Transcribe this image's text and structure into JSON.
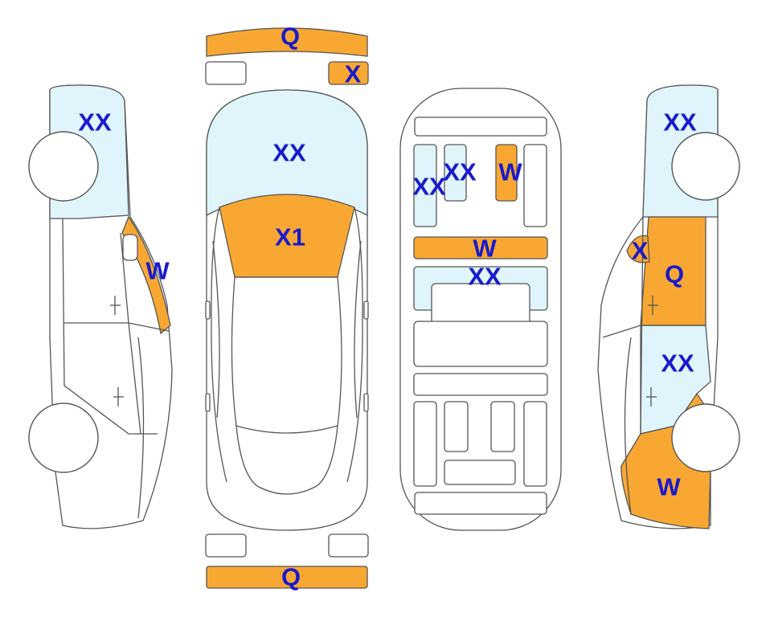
{
  "colors": {
    "damage_fill": "#f8a832",
    "glass_fill": "#dff5fb",
    "outline": "#555555",
    "label_text": "#1a1acc"
  },
  "views": {
    "left_side": {
      "markings": [
        {
          "zone": "rear-window",
          "code": "XX",
          "damaged": false
        },
        {
          "zone": "rear-pillar",
          "code": "W",
          "damaged": true
        }
      ]
    },
    "top": {
      "markings": [
        {
          "zone": "front-bumper",
          "code": "Q",
          "damaged": true
        },
        {
          "zone": "front-right-lamp",
          "code": "X",
          "damaged": true
        },
        {
          "zone": "windshield",
          "code": "XX",
          "damaged": false
        },
        {
          "zone": "hood",
          "code": "X1",
          "damaged": true
        },
        {
          "zone": "rear-bumper",
          "code": "Q",
          "damaged": true
        }
      ]
    },
    "interior": {
      "markings": [
        {
          "zone": "left-front-glass",
          "code": "XX",
          "damaged": false
        },
        {
          "zone": "center-front-glass",
          "code": "XX",
          "damaged": false
        },
        {
          "zone": "right-front-panel",
          "code": "W",
          "damaged": true
        },
        {
          "zone": "dash-bar",
          "code": "W",
          "damaged": true
        },
        {
          "zone": "roof-glass",
          "code": "XX",
          "damaged": false
        }
      ]
    },
    "right_side": {
      "markings": [
        {
          "zone": "front-window",
          "code": "XX",
          "damaged": false
        },
        {
          "zone": "mirror",
          "code": "X",
          "damaged": true
        },
        {
          "zone": "front-door",
          "code": "Q",
          "damaged": true
        },
        {
          "zone": "rear-door-glass",
          "code": "XX",
          "damaged": false
        },
        {
          "zone": "rear-quarter",
          "code": "W",
          "damaged": true
        }
      ]
    }
  }
}
